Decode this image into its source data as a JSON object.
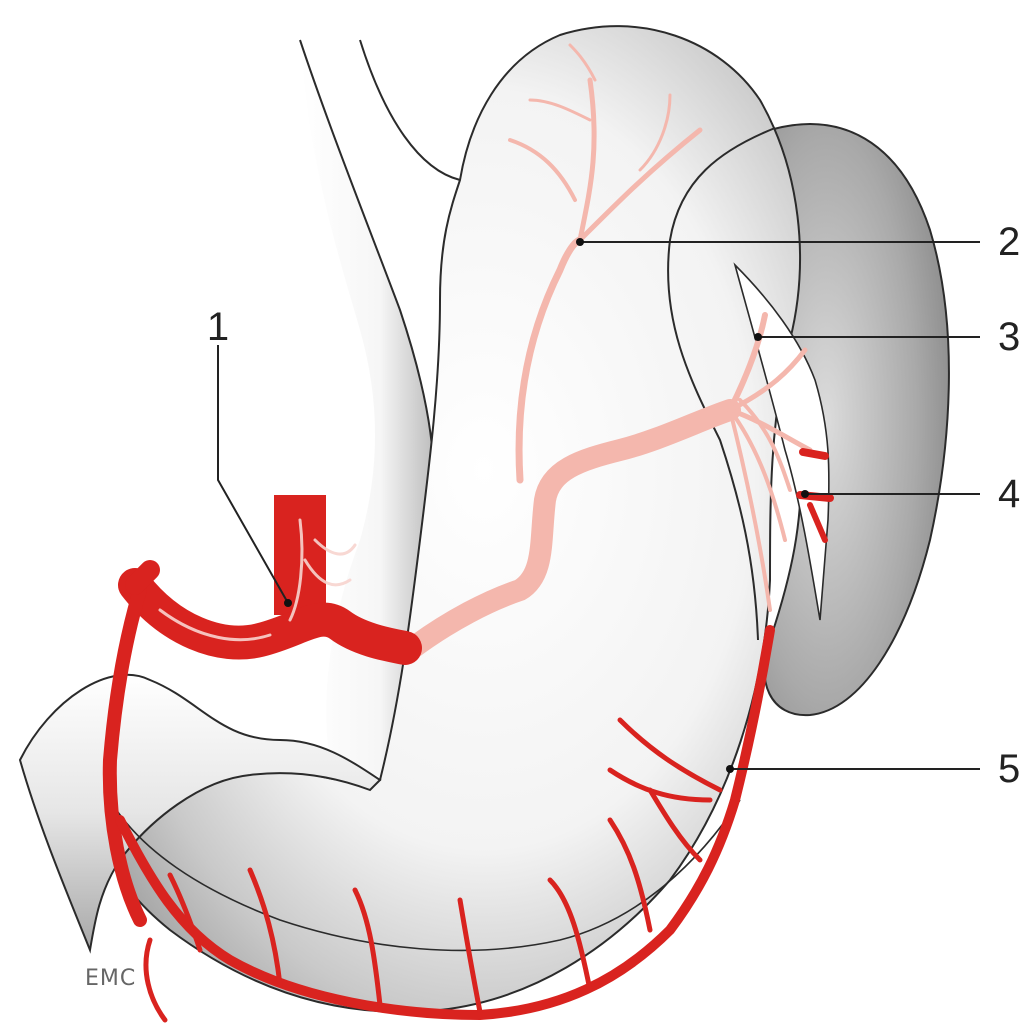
{
  "figure": {
    "callouts": [
      {
        "id": "1",
        "label": "1"
      },
      {
        "id": "2",
        "label": "2"
      },
      {
        "id": "3",
        "label": "3"
      },
      {
        "id": "4",
        "label": "4"
      },
      {
        "id": "5",
        "label": "5"
      }
    ],
    "credit": "EMC",
    "colors": {
      "artery": "#d9231f",
      "posterior_artery": "#f4b7ad",
      "organ_outline": "#2b2b2b",
      "organ_shade": "#9c9c9c",
      "spleen_shade": "#8c8c8c",
      "background": "#ffffff"
    }
  }
}
